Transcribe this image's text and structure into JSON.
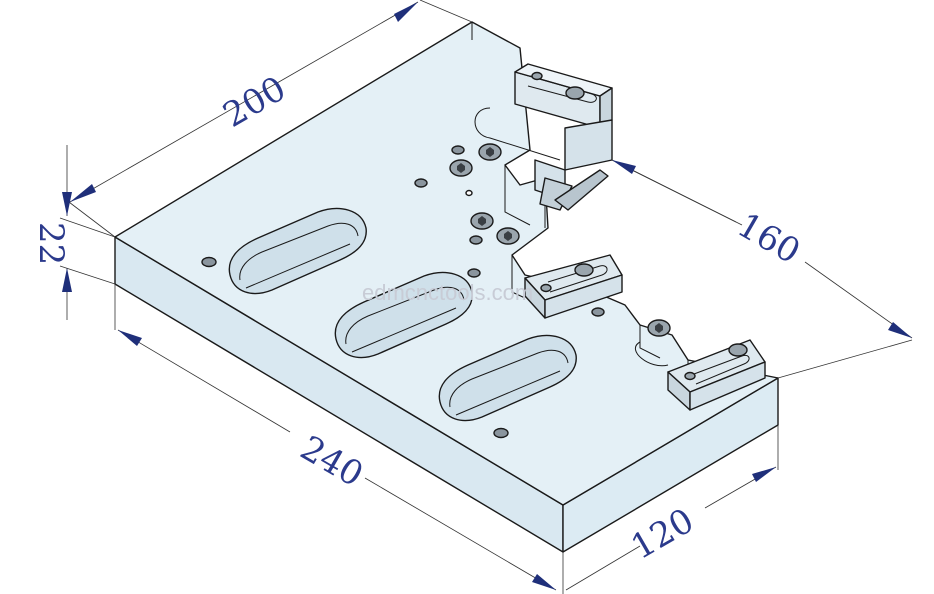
{
  "dimensions": {
    "length": "240",
    "width": "120",
    "depth": "200",
    "span": "160",
    "height": "22"
  },
  "watermark": "edmcnctools.com",
  "colors": {
    "plate_top": "#e4f0f6",
    "plate_side_front": "#d9e8f1",
    "plate_side_right": "#dcebf3",
    "edge": "#1a1a1a",
    "dimension_text": "#2b3a8c",
    "arrow": "#1f2f7a"
  },
  "icons": {
    "screw": "socket-head-screw-icon",
    "hole": "threaded-hole-icon",
    "clamp": "clamp-block-icon"
  }
}
